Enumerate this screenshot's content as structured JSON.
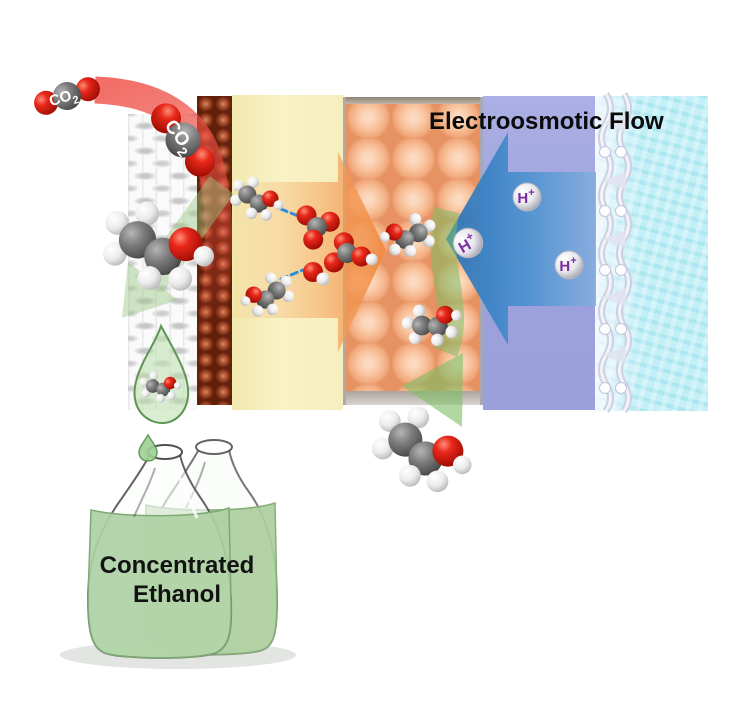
{
  "labels": {
    "electroosmotic_flow": "Electroosmotic Flow",
    "bottle_line1": "Concentrated",
    "bottle_line2": "Ethanol"
  },
  "molecule_labels": {
    "co2": "CO",
    "co2_sub": "2",
    "proton": "H",
    "proton_sup": "+"
  },
  "icons": {
    "co2-molecule-icon": "three overlapping spheres red-gray-red with white CO2 label",
    "ethanol-molecule-icon": "space-filling C2H5OH: gray carbons, white hydrogens, red oxygen",
    "carbonate-molecule-icon": "space-filling CO3: dark gray carbon, three red oxygens",
    "carbonic-acid-molecule-icon": "space-filling HCO3 with white hydrogen",
    "water-molecule-icon": "red oxygen sphere with white hydrogen",
    "proton-icon": "silver sphere with purple H+ label",
    "hydrogen-bond-icon": "blue dashed line segment",
    "droplet-icon": "green teardrop outline",
    "bottle-icon": "green glass bottle of liquid",
    "co2-feed-arrow-icon": "red curved band fading downward",
    "ethanol-out-arrow-icon": "translucent green arrow",
    "electrolyte-flux-arrow-icon": "orange right-pointing arrow",
    "electroosmotic-arrow-icon": "blue left-pointing arrow"
  },
  "colors": {
    "gdl_fiber": "#e3e3e3",
    "catalyst_sphere": "#a64b2c",
    "electrolyte_yellow": "#f7f0c2",
    "membrane_sphere": "#f6bd96",
    "cathode_purple": "#9fa4de",
    "water_cyan": "#c3f0f7",
    "eo_arrow_blue": "#2e7fc4",
    "co2_arrow_red": "#ee5a50",
    "ethanol_arrow_green": "#8fc47e",
    "flux_arrow_orange": "#f29555",
    "oxygen_red": "#dd1f10",
    "carbon_gray": "#6a6a6a",
    "hydrogen_white": "#f2f2f2",
    "proton_purple": "#7b2fa3",
    "liquid_green": "#aed1a4"
  }
}
